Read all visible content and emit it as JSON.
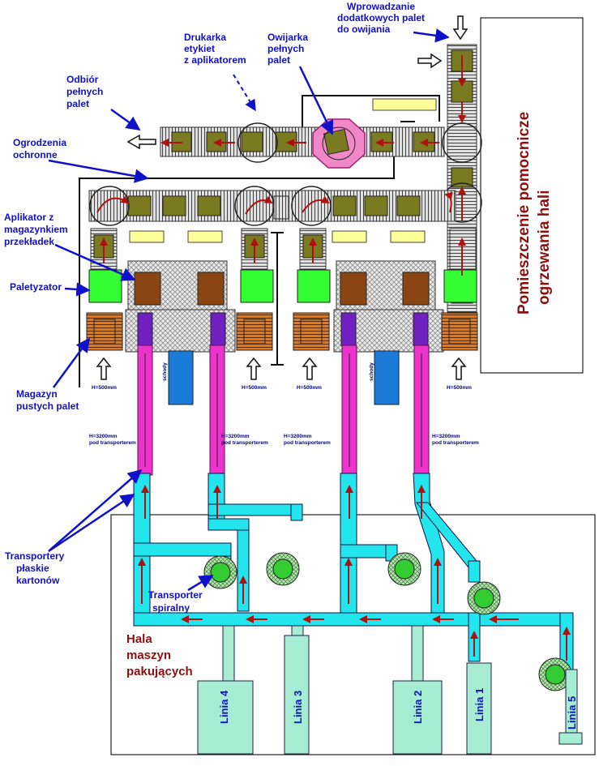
{
  "labels": {
    "wprowadzanie": [
      "Wprowadzanie",
      "dodatkowych palet",
      "do owijania"
    ],
    "drukarka": [
      "Drukarka",
      "etykiet",
      "z aplikatorem"
    ],
    "owijarka": [
      "Owijarka",
      "pełnych",
      "palet"
    ],
    "odbior": [
      "Odbiór",
      "pełnych",
      "palet"
    ],
    "ogrodzenia": [
      "Ogrodzenia",
      "ochronne"
    ],
    "aplikator": [
      "Aplikator z",
      "magazynkiem",
      "przekładek"
    ],
    "paletyzator": "Paletyzator",
    "magazyn": [
      "Magazyn",
      "pustych palet"
    ],
    "transportery": [
      "Transportery",
      "płaskie",
      "kartonów"
    ],
    "spiralny": [
      "Transporter",
      "spiralny"
    ],
    "hala": [
      "Hala",
      "maszyn",
      "pakujących"
    ],
    "pomieszczenie": [
      "Pomieszczenie pomocnicze",
      "ogrzewania hali"
    ],
    "h500": "H=500mm",
    "h3200": "H=3200mm",
    "pod": "pod transporterem",
    "schody": "schody"
  },
  "lines": [
    "Linia 4",
    "Linia 3",
    "Linia 2",
    "Linia 1",
    "Linia 5"
  ],
  "colors": {
    "label_blue": "#1010c8",
    "label_red": "#8b1010",
    "conveyor_olive": "#7a7a20",
    "palletizer_green": "#33ff33",
    "wrapper_pink": "#f088c8",
    "flat_conveyor": "#22e5ee",
    "vertical_conveyor": "#ee33cc",
    "spiral_green": "#33cc33",
    "machine_mint": "#a6ecd2",
    "store_orange": "#e07820",
    "applicator_brown": "#8b4513",
    "stairs_blue": "#1c7ad8",
    "separator_yellow": "#ffff99",
    "flow_arrow": "#b01010"
  }
}
